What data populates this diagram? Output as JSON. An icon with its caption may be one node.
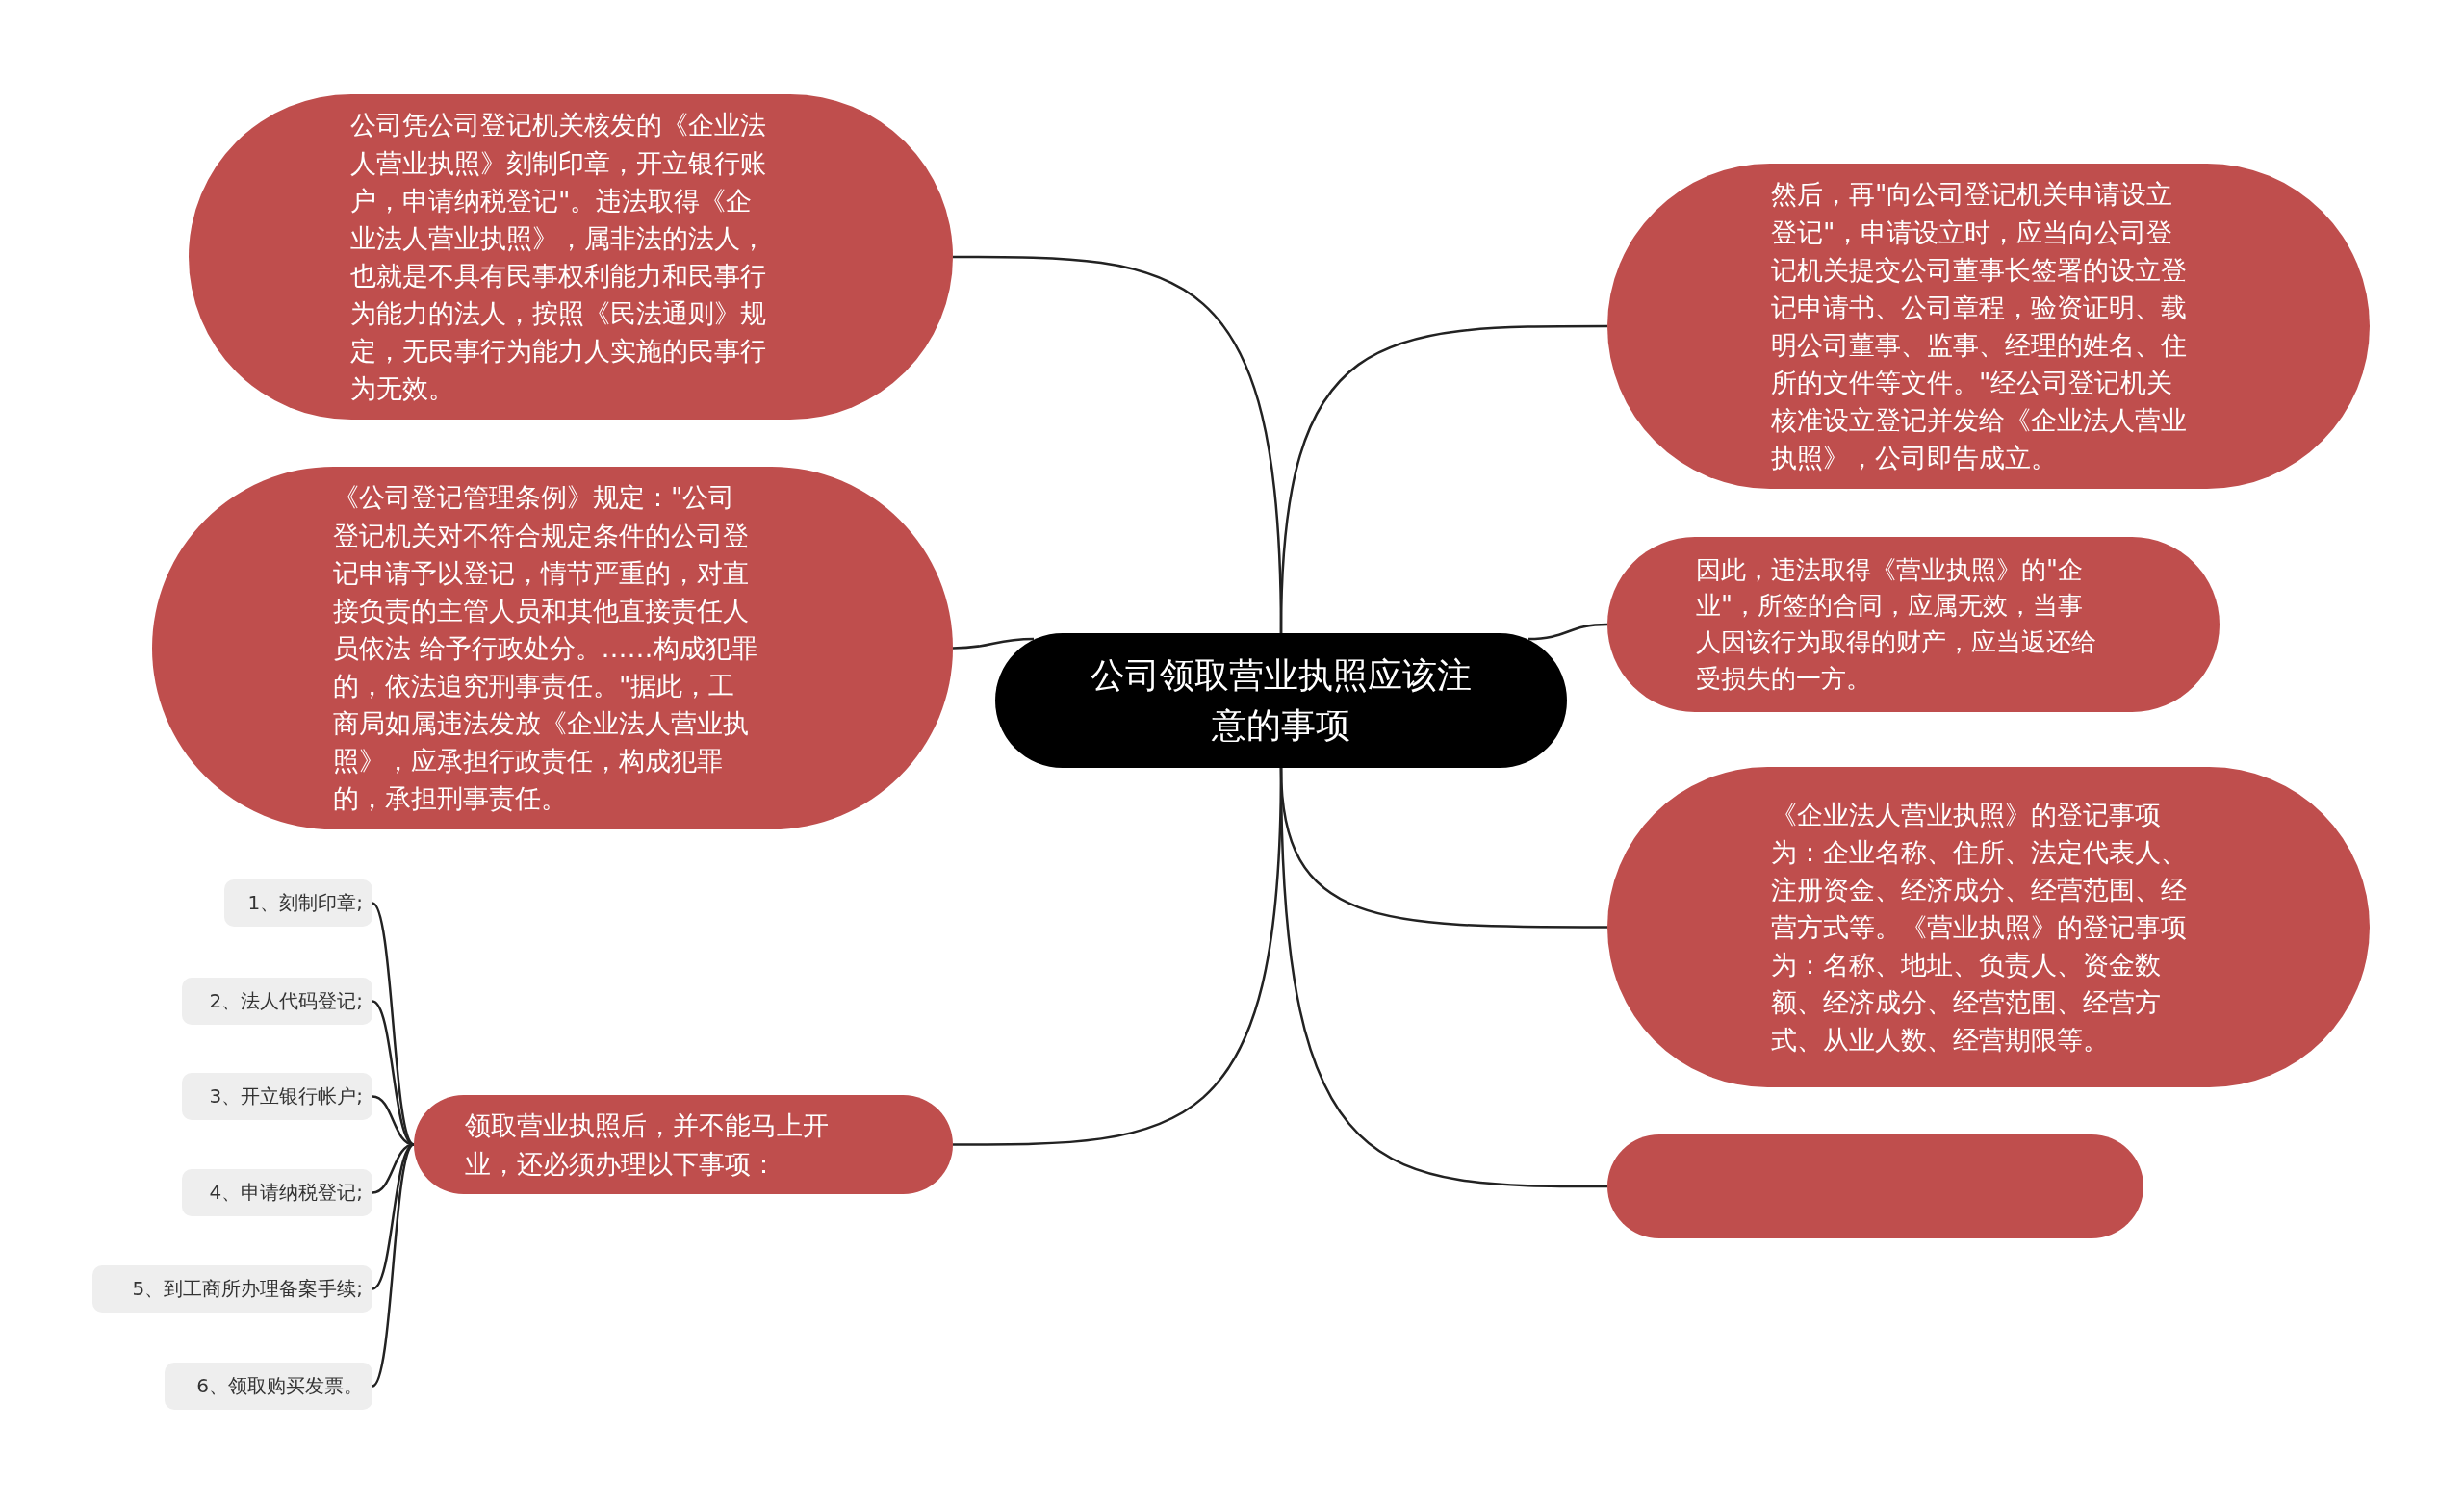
{
  "diagram": {
    "nodes": [
      {
        "text": [
          "公司领取营业执照应该注意的事项"
        ]
      },
      {
        "text": [
          "公司凭公司登记机关核发的《企业法人营业执照》刻制印章，开立银行账户，申请纳税登记\"。违法取得《企业法人营业执照》，属非法的法人，也就是不具有民事权利能力和民事行为能力的法人，按照《民法通则》规定，无民事行为能力人实施的民事行为无效。"
        ]
      },
      {
        "text": [
          "《公司登记管理条例》规定：\"公司登记机关对不符合规定条件的公司登记申请予以登记，情节严重的，对直接负责的主管人员和其他直接责任人员依法 给予行政处分。……构成犯罪的，依法追究刑事责任。\"据此，工商局如属违法发放《企业法人营业执照》，应承担行政责任，构成犯罪的，承担刑事责任。"
        ]
      },
      {
        "text": [
          "领取营业执照后，并不能马上开业，还必须办理以下事项："
        ]
      },
      {
        "text": [
          "1、刻制印章;"
        ]
      },
      {
        "text": [
          "2、法人代码登记;"
        ]
      },
      {
        "text": [
          "3、开立银行帐户;"
        ]
      },
      {
        "text": [
          "4、申请纳税登记;"
        ]
      },
      {
        "text": [
          "5、到工商所办理备案手续;"
        ]
      },
      {
        "text": [
          "6、领取购买发票。"
        ]
      },
      {
        "text": [
          "然后，再\"向公司登记机关申请设立登记\"，申请设立时，应当向公司登记机关提交公司董事长签署的设立登记申请书、公司章程，验资证明、载明公司董事、监事、经理的姓名、住所的文件等文件。\"经公司登记机关核准设立登记并发给《企业法人营业执照》，公司即告成立。"
        ]
      },
      {
        "text": [
          "因此，违法取得《营业执照》的\"企业\"，所签的合同，应属无效，当事人因该行为取得的财产，应当返还给受损失的一方。"
        ]
      },
      {
        "text": [
          "《企业法人营业执照》的登记事项为：企业名称、住所、法定代表人、注册资金、经济成分、经营范围、经营方式等。《营业执照》的登记事项为：名称、地址、负责人、资金数额、经济成分、经营范围、经营方式、从业人数、经营期限等。"
        ]
      },
      {
        "text": [],
        "shape": "box"
      }
    ],
    "edges": [
      {
        "from": 0,
        "to": 1,
        "arrow": "none"
      },
      {
        "from": 0,
        "to": 2,
        "arrow": "none"
      },
      {
        "from": 0,
        "to": 3,
        "arrow": "none"
      },
      {
        "from": 3,
        "to": 4,
        "arrow": "none"
      },
      {
        "from": 3,
        "to": 5,
        "arrow": "none"
      },
      {
        "from": 3,
        "to": 6,
        "arrow": "none"
      },
      {
        "from": 3,
        "to": 7,
        "arrow": "none"
      },
      {
        "from": 3,
        "to": 8,
        "arrow": "none"
      },
      {
        "from": 3,
        "to": 9,
        "arrow": "none"
      },
      {
        "from": 0,
        "to": 10,
        "arrow": "none"
      },
      {
        "from": 0,
        "to": 11,
        "arrow": "none"
      },
      {
        "from": 0,
        "to": 12,
        "arrow": "none"
      },
      {
        "from": 0,
        "to": 13,
        "arrow": "none"
      }
    ]
  }
}
